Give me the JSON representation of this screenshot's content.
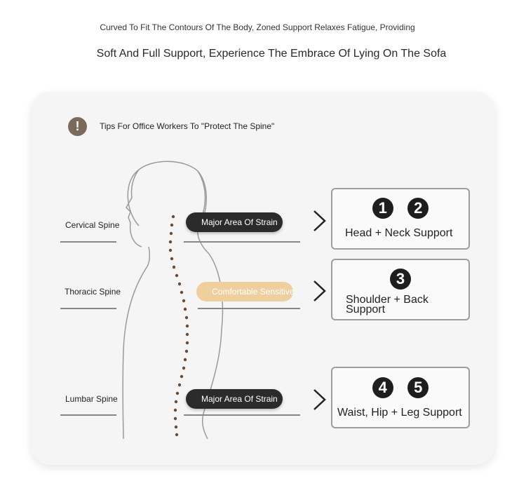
{
  "header": {
    "line1": "Curved To Fit The Contours Of The Body, Zoned Support Relaxes Fatigue, Providing",
    "line2": "Soft And Full Support, Experience The Embrace Of Lying On The Sofa"
  },
  "card": {
    "alert_symbol": "!",
    "tip": "Tips For Office Workers To \"Protect The Spine\""
  },
  "spine_labels": [
    "Cervical Spine",
    "Thoracic Spine",
    "Lumbar Spine"
  ],
  "pills": [
    "Major Area Of Strain",
    "Comfortable Sensitive Area",
    "Major Area Of Strain"
  ],
  "boxes": [
    {
      "numbers": [
        "1",
        "2"
      ],
      "label": "Head + Neck Support"
    },
    {
      "numbers": [
        "3"
      ],
      "label": "Shoulder + Back Support"
    },
    {
      "numbers": [
        "4",
        "5"
      ],
      "label": "Waist, Hip + Leg Support"
    }
  ],
  "colors": {
    "card_bg": "#f5f5f5",
    "alert_icon": "#7a6a5c",
    "pill_dark": "#2b2b2b",
    "pill_light": "#f0cf9e",
    "spine_dots": "#6b4b34"
  }
}
